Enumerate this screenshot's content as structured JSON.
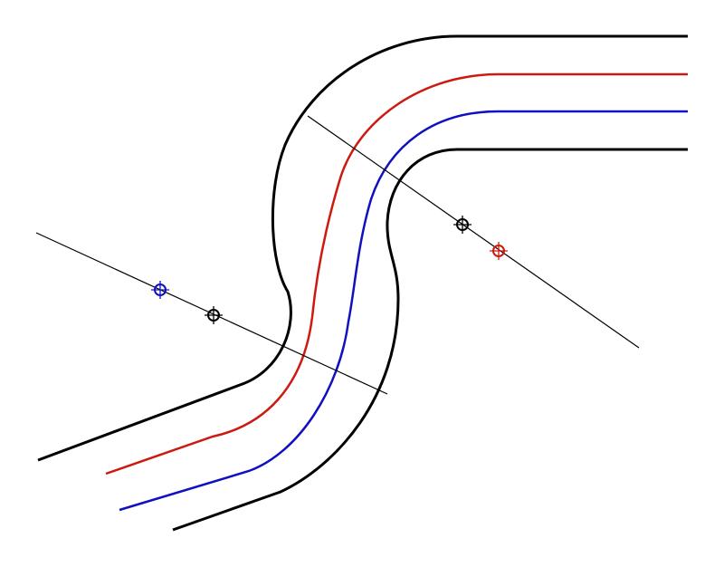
{
  "colors": {
    "outer_edge": "#000000",
    "inner_edge": "#000000",
    "red_line": "#cc1a10",
    "blue_line": "#1010c0",
    "section_line": "#000000"
  },
  "markers": [
    {
      "name": "blue-target-marker",
      "color": "#1010c0"
    },
    {
      "name": "black-target-marker",
      "color": "#000000"
    },
    {
      "name": "black-target-marker",
      "color": "#000000"
    },
    {
      "name": "red-target-marker",
      "color": "#cc1a10"
    }
  ]
}
